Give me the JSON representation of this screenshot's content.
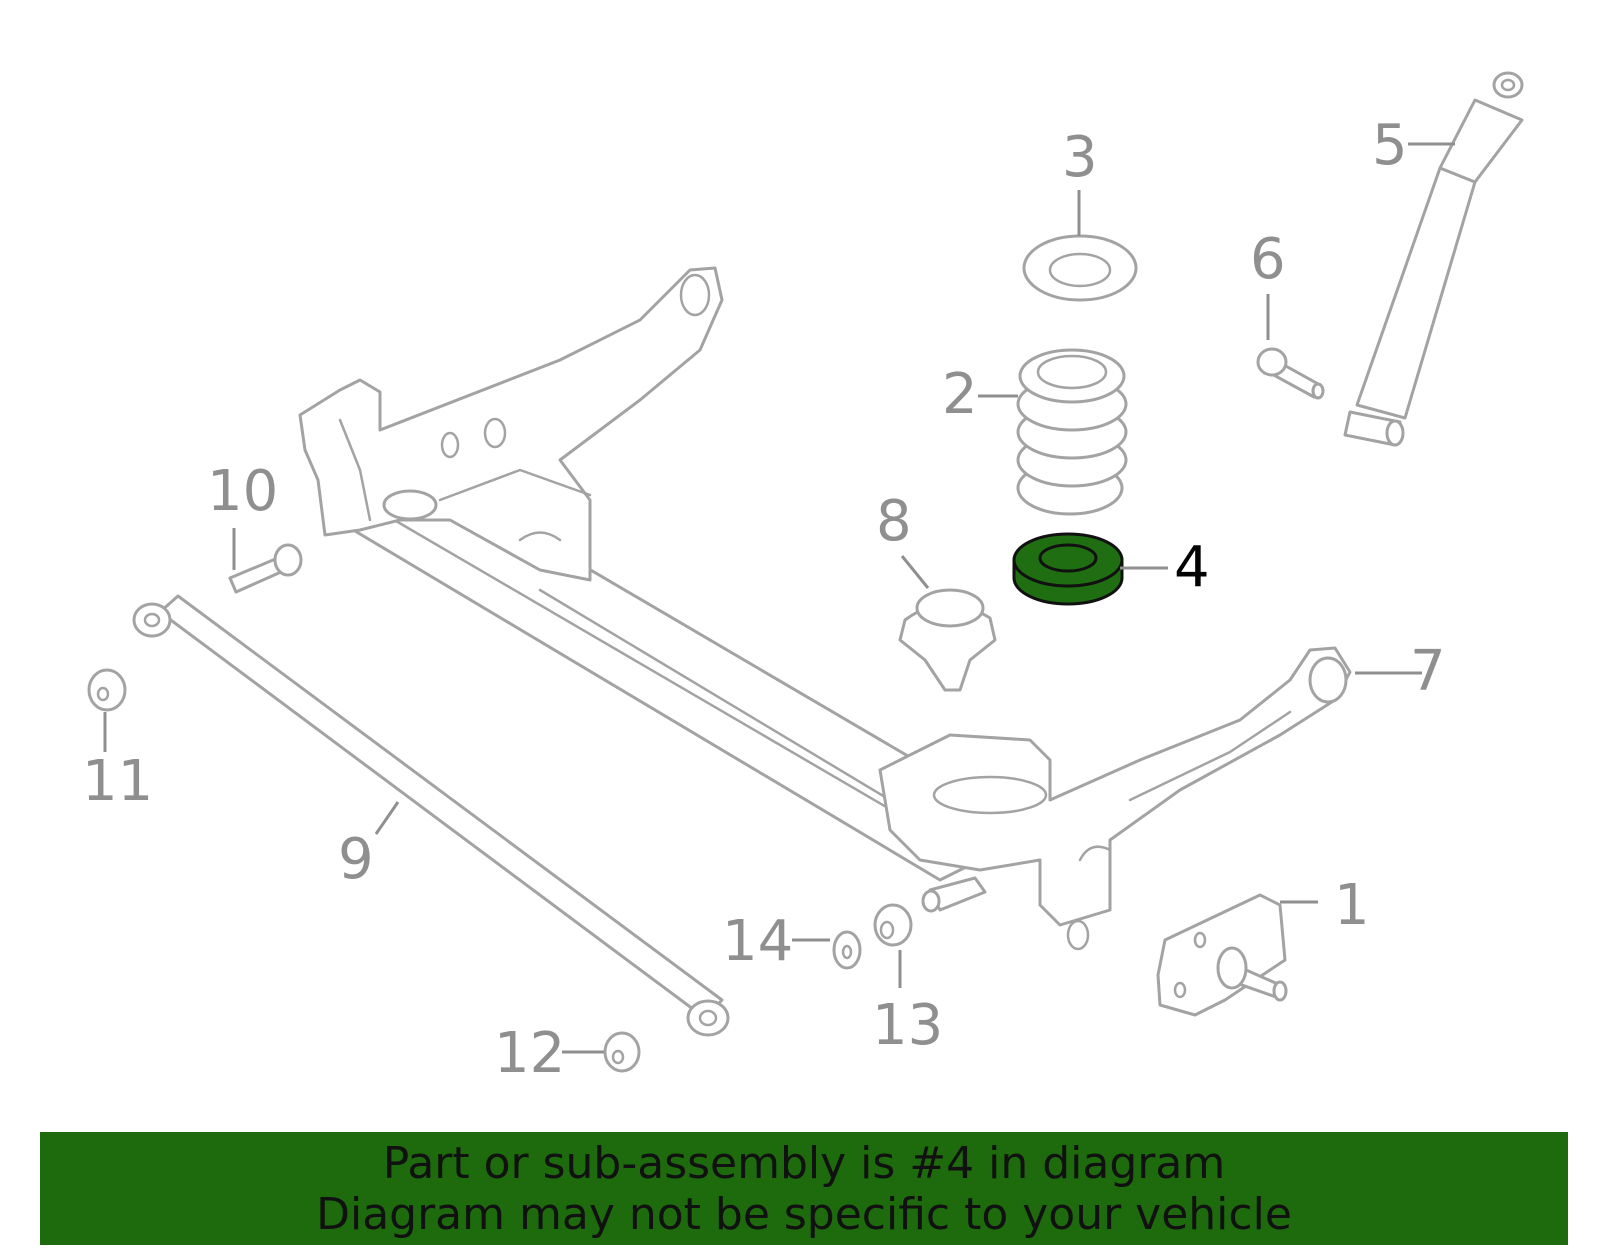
{
  "callouts": {
    "c1": "1",
    "c2": "2",
    "c3": "3",
    "c4": "4",
    "c5": "5",
    "c6": "6",
    "c7": "7",
    "c8": "8",
    "c9": "9",
    "c10": "10",
    "c11": "11",
    "c12": "12",
    "c13": "13",
    "c14": "14"
  },
  "highlighted_part": "4",
  "colors": {
    "highlight_fill": "#1f6f12",
    "banner_background": "#1d6b0c",
    "line_gray": "#a3a3a3"
  },
  "banner": {
    "line1": "Part or sub-assembly is #4 in diagram",
    "line2": "Diagram may not be specific to your vehicle"
  }
}
